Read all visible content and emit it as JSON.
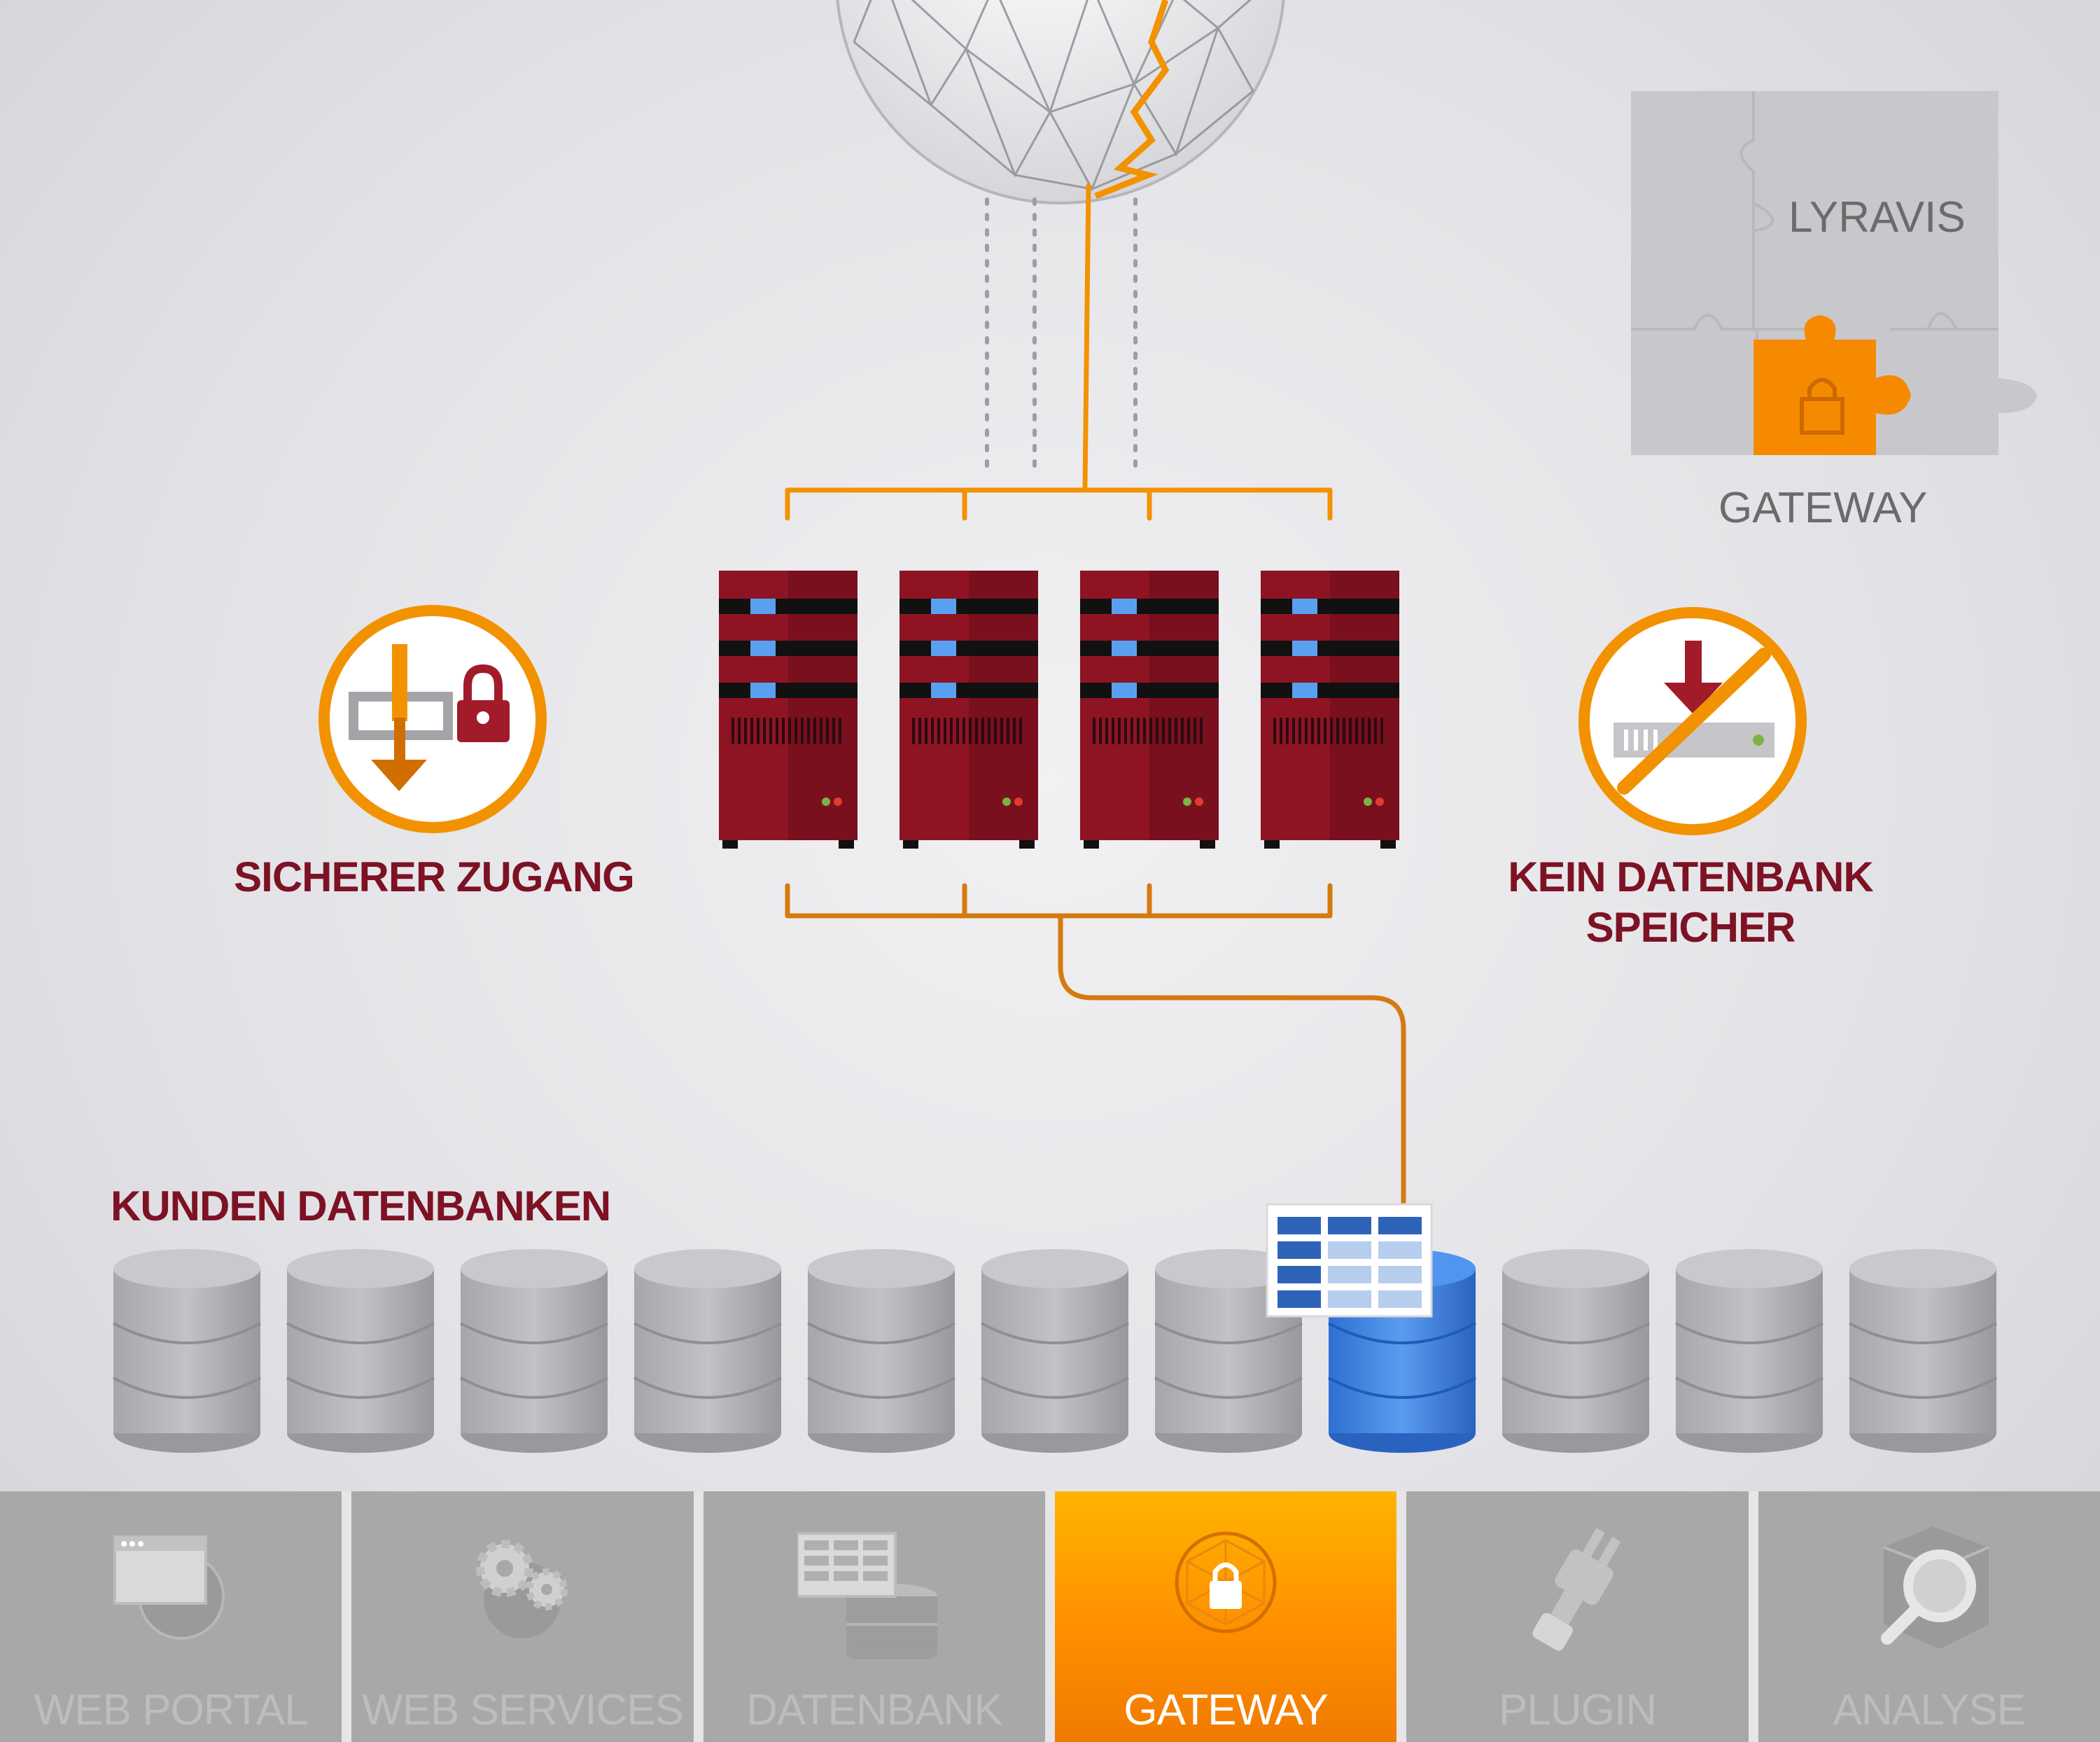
{
  "labels": {
    "secure_access": "SICHERER ZUGANG",
    "no_db_storage_line1": "KEIN DATENBANK",
    "no_db_storage_line2": "SPEICHER",
    "customer_databases": "KUNDEN DATENBANKEN",
    "brand": "LYRAVIS",
    "brand_sub": "GATEWAY"
  },
  "tabs": [
    {
      "label": "WEB PORTAL",
      "icon": "web-portal-icon",
      "active": false
    },
    {
      "label": "WEB SERVICES",
      "icon": "web-services-icon",
      "active": false
    },
    {
      "label": "DATENBANK",
      "icon": "datenbank-icon",
      "active": false
    },
    {
      "label": "GATEWAY",
      "icon": "gateway-icon",
      "active": true
    },
    {
      "label": "PLUGIN",
      "icon": "plugin-icon",
      "active": false
    },
    {
      "label": "ANALYSE",
      "icon": "analyse-icon",
      "active": false
    }
  ],
  "diagram": {
    "server_count": 4,
    "database_count": 11,
    "highlighted_database": 8
  },
  "colors": {
    "accent_orange": "#f39200",
    "server_red": "#8e1424",
    "label_red": "#7d1224",
    "db_gray": "#b4b4b8",
    "db_blue": "#3a84e6"
  }
}
